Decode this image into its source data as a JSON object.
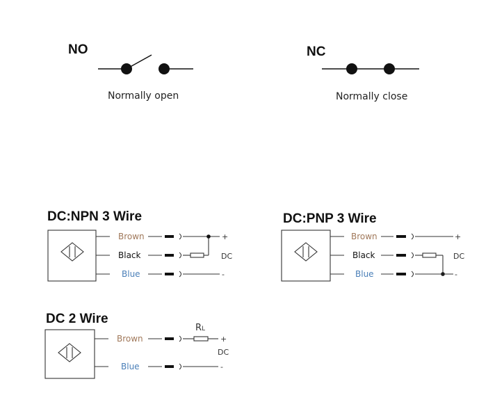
{
  "switches": {
    "no": {
      "title": "NO",
      "caption": "Normally open"
    },
    "nc": {
      "title": "NC",
      "caption": "Normally close"
    }
  },
  "wiring": {
    "npn": {
      "title": "DC:NPN 3 Wire",
      "wires": [
        "Brown",
        "Black",
        "Blue"
      ],
      "plus": "+",
      "minus": "-",
      "supply": "DC"
    },
    "pnp": {
      "title": "DC:PNP 3 Wire",
      "wires": [
        "Brown",
        "Black",
        "Blue"
      ],
      "plus": "+",
      "minus": "-",
      "supply": "DC"
    },
    "two_wire": {
      "title": "DC 2 Wire",
      "wires": [
        "Brown",
        "Blue"
      ],
      "load": "RL",
      "plus": "+",
      "minus": "-",
      "supply": "DC"
    }
  },
  "colors": {
    "brown": "#a0785a",
    "black": "#111111",
    "blue": "#4a7fb8"
  }
}
